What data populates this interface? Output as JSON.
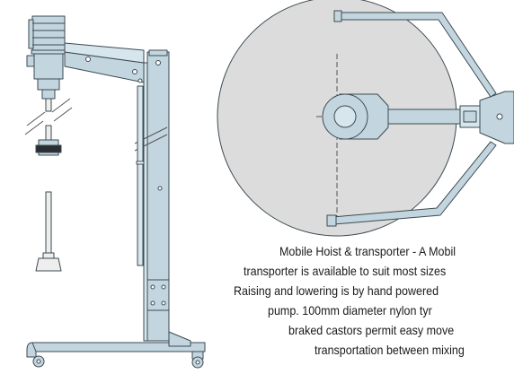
{
  "caption": {
    "lines": [
      "Mobile Hoist & transporter - A Mobil",
      "transporter is available to suit most sizes",
      "Raising and lowering is by hand powered",
      "pump. 100mm diameter nylon tyr",
      "braked castors permit easy move",
      "transportation between mixing"
    ]
  },
  "colors": {
    "steel": "#c3d6df",
    "outline": "#3c4a52",
    "vessel": "#dcdcdc",
    "shaft": "#eeeeee"
  }
}
